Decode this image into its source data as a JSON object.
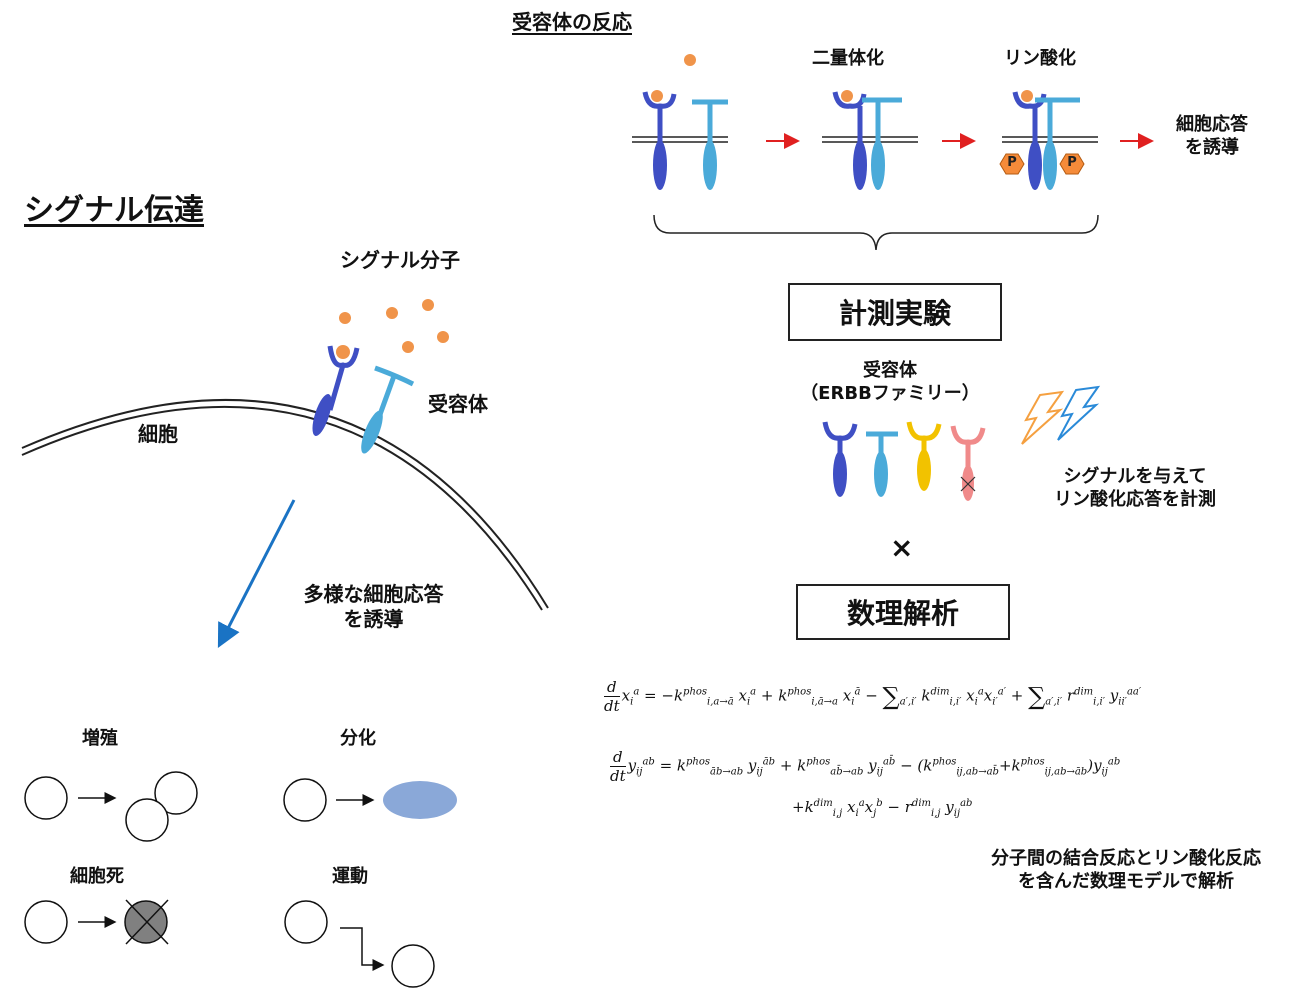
{
  "colors": {
    "receptor_dark": "#3f4fc4",
    "receptor_light": "#4aaad9",
    "receptor_yellow": "#f2c200",
    "receptor_pink": "#f08a8a",
    "ligand": "#f0944a",
    "phospho": "#f58b3a",
    "red_arrow": "#e02020",
    "blue_arrow": "#1a73c4",
    "diff_cell": "#8aa8d8",
    "death_cell": "#808080"
  },
  "left": {
    "title": "シグナル伝達",
    "signal_molecule": "シグナル分子",
    "receptor": "受容体",
    "cell": "細胞",
    "response_line1": "多様な細胞応答",
    "response_line2": "を誘導",
    "outcomes": {
      "proliferation": "増殖",
      "differentiation": "分化",
      "death": "細胞死",
      "motility": "運動"
    }
  },
  "top": {
    "title": "受容体の反応",
    "dimer": "二量体化",
    "phospho": "リン酸化",
    "phospho_mark": "P",
    "response_line1": "細胞応答",
    "response_line2": "を誘導"
  },
  "center": {
    "experiment": "計測実験",
    "receptor_line1": "受容体",
    "receptor_line2": "（ERBBファミリー）",
    "signal_line1": "シグナルを与えて",
    "signal_line2": "リン酸化応答を計測",
    "times": "×",
    "analysis": "数理解析",
    "model_line1": "分子間の結合反応とリン酸化反応",
    "model_line2": "を含んだ数理モデルで解析"
  }
}
